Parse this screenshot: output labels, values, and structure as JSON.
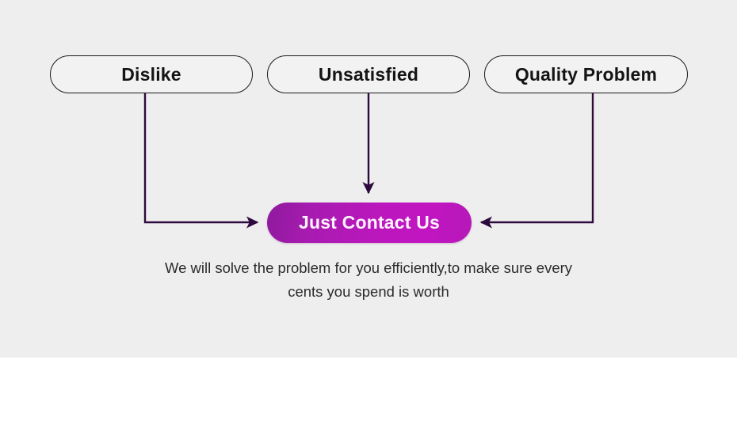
{
  "banner": {
    "background_color": "#eeeeee",
    "pills": [
      {
        "id": "dislike",
        "label": "Dislike"
      },
      {
        "id": "unsatisfied",
        "label": "Unsatisfied"
      },
      {
        "id": "quality-problem",
        "label": "Quality Problem"
      }
    ],
    "cta": {
      "label": "Just Contact Us",
      "gradient_from": "#8e1a9e",
      "gradient_to": "#c215c2",
      "text_color": "#fdf4ff"
    },
    "caption": {
      "line1": "We will solve the problem for you efficiently,to make sure every",
      "line2": "cents you spend is worth",
      "color": "#2b2b2b"
    },
    "connectors": {
      "stroke_color": "#2d0a3d",
      "stroke_width": 2.4,
      "arrow_names": [
        "arrow-left-to-cta",
        "arrow-down-to-cta",
        "arrow-right-to-cta"
      ]
    }
  }
}
